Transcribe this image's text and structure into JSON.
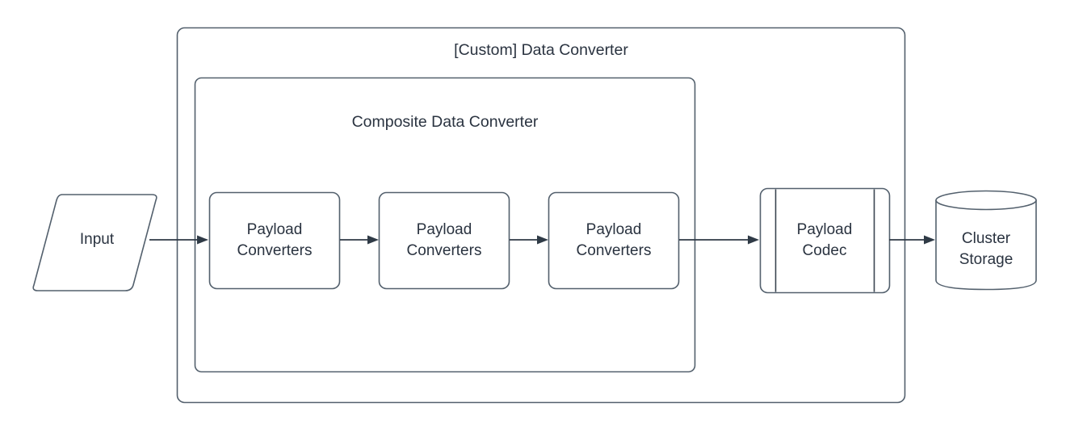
{
  "diagram": {
    "title": "[Custom] Data Converter",
    "type": "flowchart",
    "background_color": "#ffffff",
    "stroke_color": "#53606d",
    "text_color": "#2a3340",
    "arrow_color": "#2f3a46"
  },
  "outer_container": {
    "label": "[Custom] Data Converter",
    "shape": "rounded-rectangle"
  },
  "inner_container": {
    "label": "Composite Data Converter",
    "shape": "rounded-rectangle"
  },
  "nodes": {
    "input": {
      "label": "Input",
      "shape": "parallelogram"
    },
    "converter_1": {
      "label_line1": "Payload",
      "label_line2": "Converters",
      "shape": "rounded-rectangle"
    },
    "converter_2": {
      "label_line1": "Payload",
      "label_line2": "Converters",
      "shape": "rounded-rectangle"
    },
    "converter_3": {
      "label_line1": "Payload",
      "label_line2": "Converters",
      "shape": "rounded-rectangle"
    },
    "payload_codec": {
      "label_line1": "Payload",
      "label_line2": "Codec",
      "shape": "predefined-process"
    },
    "cluster_storage": {
      "label_line1": "Cluster",
      "label_line2": "Storage",
      "shape": "cylinder"
    }
  },
  "connections": [
    {
      "from": "input",
      "to": "converter_1",
      "style": "solid-arrow"
    },
    {
      "from": "converter_1",
      "to": "converter_2",
      "style": "solid-arrow"
    },
    {
      "from": "converter_2",
      "to": "converter_3",
      "style": "solid-arrow"
    },
    {
      "from": "converter_3",
      "to": "payload_codec",
      "style": "solid-arrow"
    },
    {
      "from": "payload_codec",
      "to": "cluster_storage",
      "style": "solid-arrow"
    }
  ]
}
